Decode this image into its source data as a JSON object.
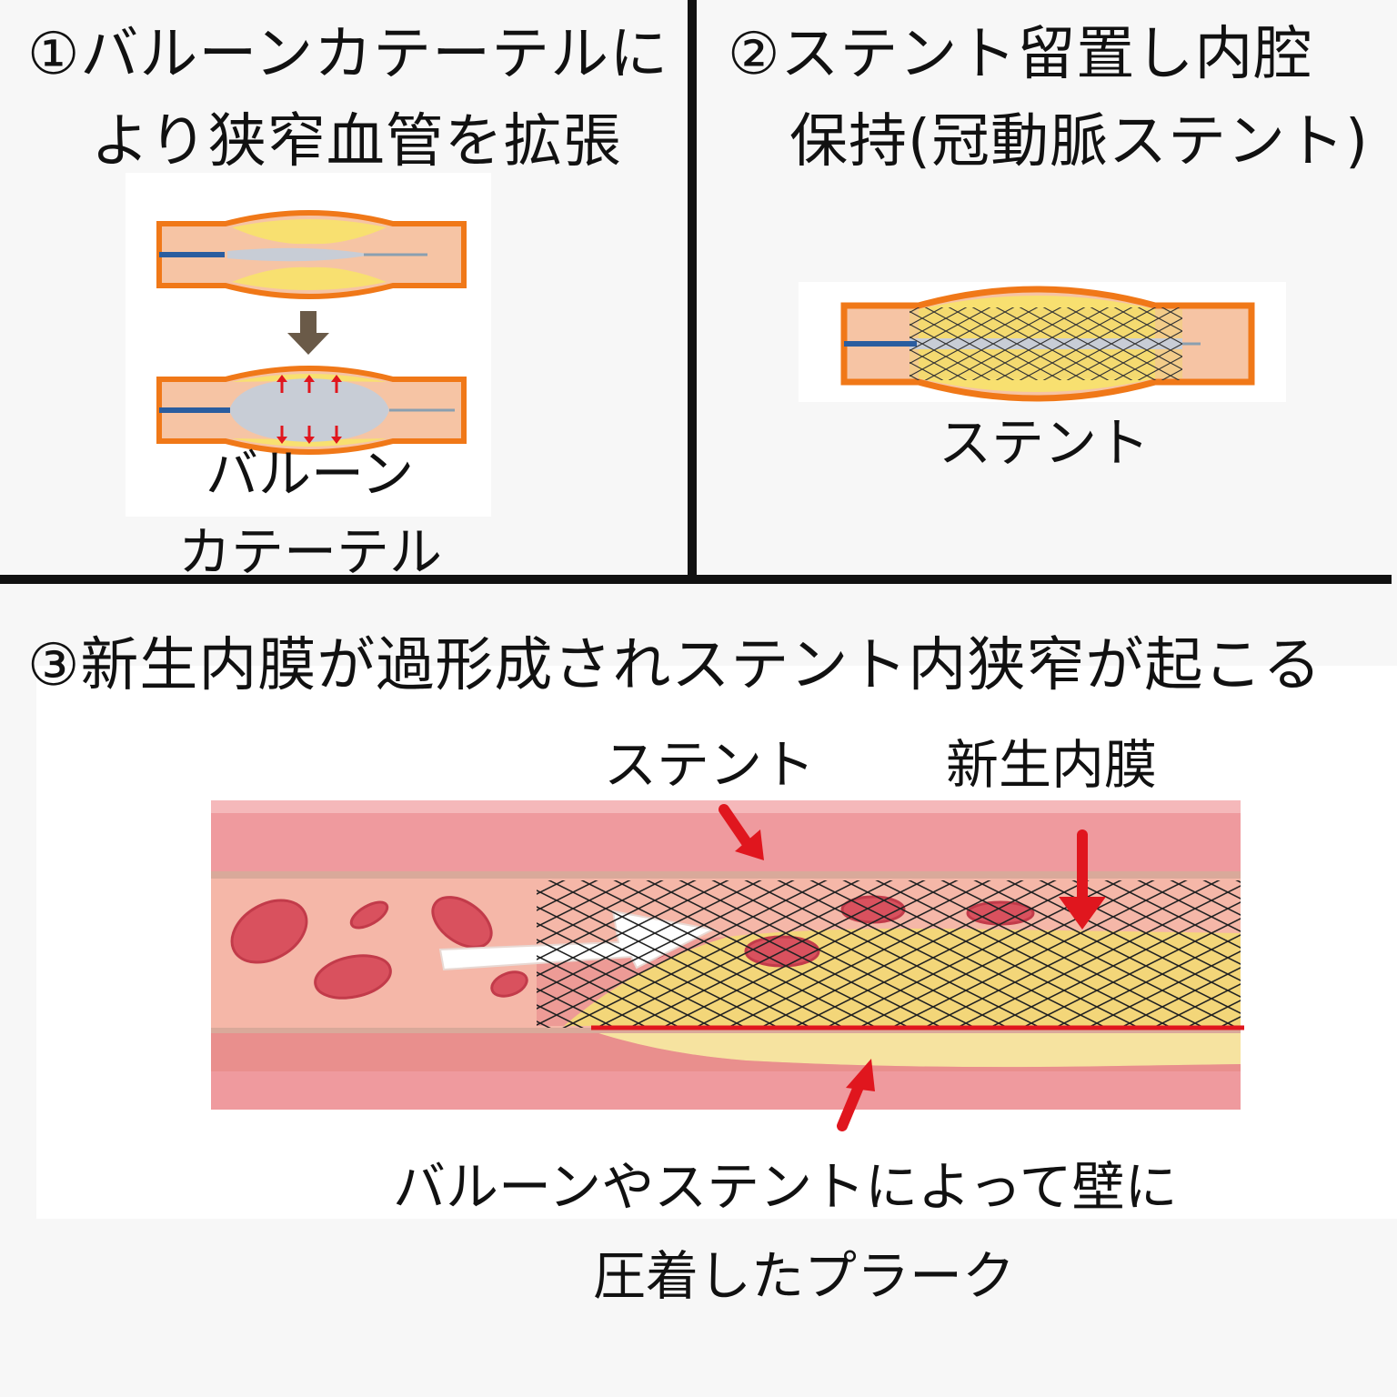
{
  "panel1": {
    "title_line1": "①バルーンカテーテルに",
    "title_line2": "より狭窄血管を拡張",
    "label_line1": "バルーン",
    "label_line2": "カテーテル"
  },
  "panel2": {
    "title_line1": "②ステント留置し内腔",
    "title_line2": "保持(冠動脈ステント)",
    "label": "ステント"
  },
  "panel3": {
    "title": "③新生内膜が過形成されステント内狭窄が起こる",
    "label_stent": "ステント",
    "label_intima": "新生内膜",
    "label_plaque_line1": "バルーンやステントによって壁に",
    "label_plaque_line2": "圧着したプラーク"
  },
  "colors": {
    "vessel_wall": "#f07818",
    "vessel_fill": "#f6c4a4",
    "plaque": "#f8e070",
    "balloon": "#c8cdd6",
    "catheter": "#2a5d9f",
    "arrow_red": "#e0161e",
    "arrow_down": "#6a5a48",
    "artery_pink": "#ef9a9e",
    "rbc": "#d9515e"
  }
}
